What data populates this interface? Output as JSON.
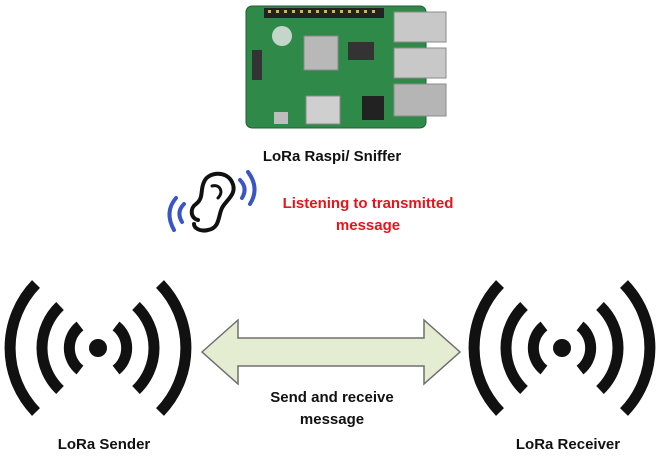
{
  "pi": {
    "label": "LoRa Raspi/ Sniffer"
  },
  "sniffer": {
    "text_line1": "Listening to transmitted",
    "text_line2": "message"
  },
  "link": {
    "text_line1": "Send and receive",
    "text_line2": "message"
  },
  "sender": {
    "label": "LoRa Sender"
  },
  "receiver": {
    "label": "LoRa Receiver"
  },
  "colors": {
    "board_green": "#2f8a4a",
    "listen_text": "#e8141a",
    "ear_waves": "#3a55c8",
    "arrow_fill": "#e4ecd2"
  },
  "icons": [
    "raspberry-pi-board-icon",
    "ear-listening-icon",
    "wireless-signal-icon",
    "double-arrow-icon"
  ]
}
